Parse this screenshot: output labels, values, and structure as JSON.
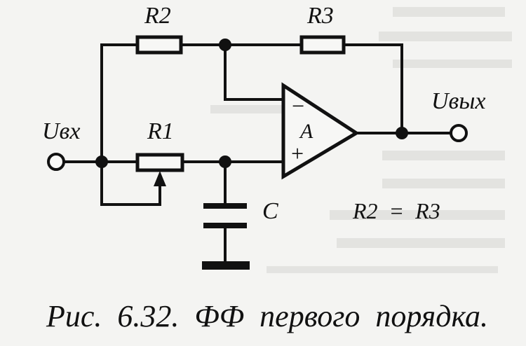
{
  "labels": {
    "r2": "R2",
    "r3": "R3",
    "r1": "R1",
    "c": "C",
    "u_in": "Uвх",
    "u_out": "Uвых",
    "opamp": "A",
    "minus": "−",
    "plus": "+",
    "equation": "R2  =  R3"
  },
  "caption": "Рис.  6.32.  ФФ  первого  порядка."
}
